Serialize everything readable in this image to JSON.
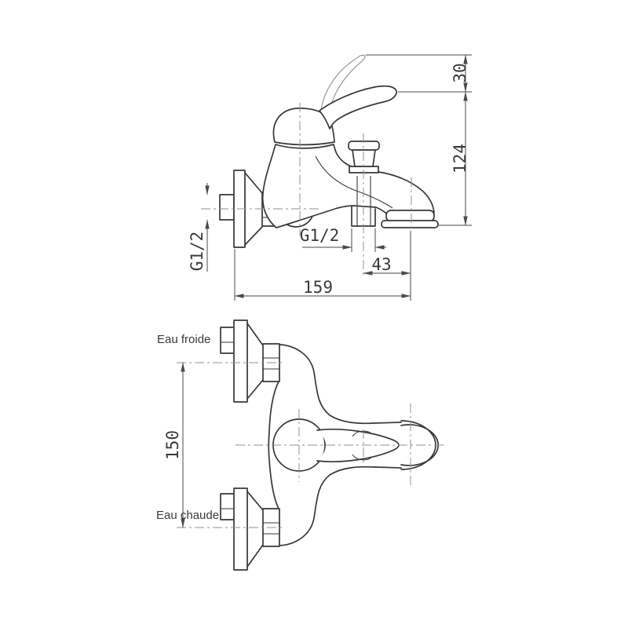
{
  "drawing": {
    "side_view": {
      "dim_handle_rise": "30",
      "dim_spout_height": "124",
      "dim_outlet_offset": "43",
      "dim_total_length": "159",
      "thread_wall": "G1/2",
      "thread_handshower": "G1/2"
    },
    "plan_view": {
      "dim_inlet_spacing": "150",
      "label_cold": "Eau froide",
      "label_hot": "Eau chaude"
    },
    "colors": {
      "outline": "#383838",
      "dimension": "#4a4a4a",
      "centerline": "#909090",
      "ghost": "#9a9a9a",
      "text": "#3a3a3a",
      "background": "#ffffff"
    }
  }
}
